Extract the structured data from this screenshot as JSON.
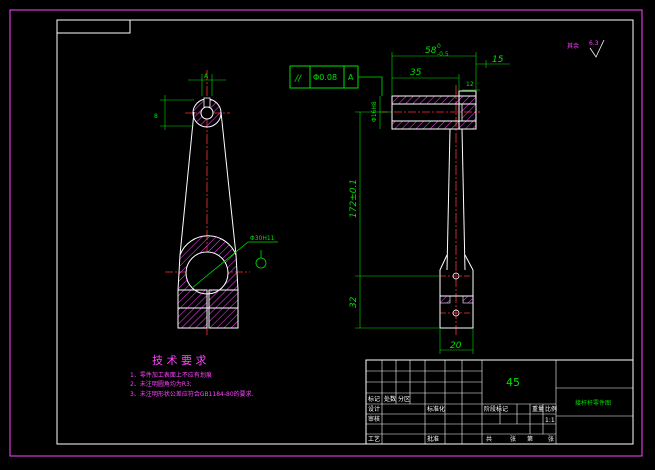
{
  "surface_roughness": {
    "label": "其余",
    "value": "6.3"
  },
  "front_view": {
    "dim_top_A": "A",
    "dim_left": "8",
    "dim_bore": "Φ30H11"
  },
  "side_view": {
    "fcf_symbol": "//",
    "fcf_tolerance": "Φ0.08",
    "fcf_datum": "A",
    "dim_overall": "58",
    "dim_overall_sup": "0",
    "dim_overall_sub": "-0.5",
    "dim_35": "35",
    "dim_15": "15",
    "dim_12": "12",
    "dim_bore_small": "Φ16H8",
    "dim_height": "172±0.1",
    "dim_32": "32",
    "dim_20": "20"
  },
  "technical_requirements": {
    "heading": "技 术 要 求",
    "items": [
      "1、零件加工表面上不应有划痕",
      "2、未注明圆角均为R3;",
      "3、未注明形状公差应符合GB1184-80的要求."
    ]
  },
  "title_block": {
    "material": "45",
    "part_name": "接杆杆零件图",
    "scale": "1:1",
    "row_labels": [
      "标记",
      "处数",
      "分区",
      "设计",
      "标准化",
      "审核",
      "工艺",
      "批准"
    ],
    "col_labels": [
      "阶段标记",
      "重量",
      "比例"
    ],
    "sheet_labels": [
      "共",
      "张",
      "第",
      "张"
    ]
  }
}
